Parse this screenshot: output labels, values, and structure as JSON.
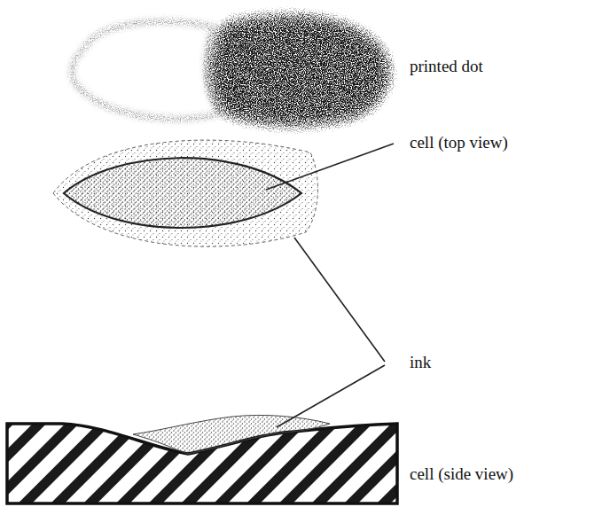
{
  "diagram": {
    "labels": [
      "printed dot",
      "cell (top view)",
      "ink",
      "cell (side view)"
    ]
  }
}
